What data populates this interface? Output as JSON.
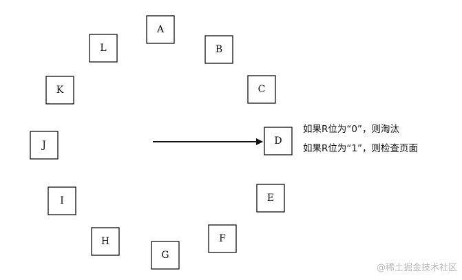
{
  "pages": [
    "A",
    "B",
    "C",
    "D",
    "E",
    "F",
    "G",
    "H",
    "I",
    "J",
    "K",
    "L"
  ],
  "pointer_target": "D",
  "notes": [
    "如果R位为“0”，则淘汰",
    "如果R位为“1”，则检查页面"
  ],
  "watermark": "@稀土掘金技术社区",
  "colors": {
    "stroke": "#111111",
    "watermark": "#b9b9b9"
  }
}
